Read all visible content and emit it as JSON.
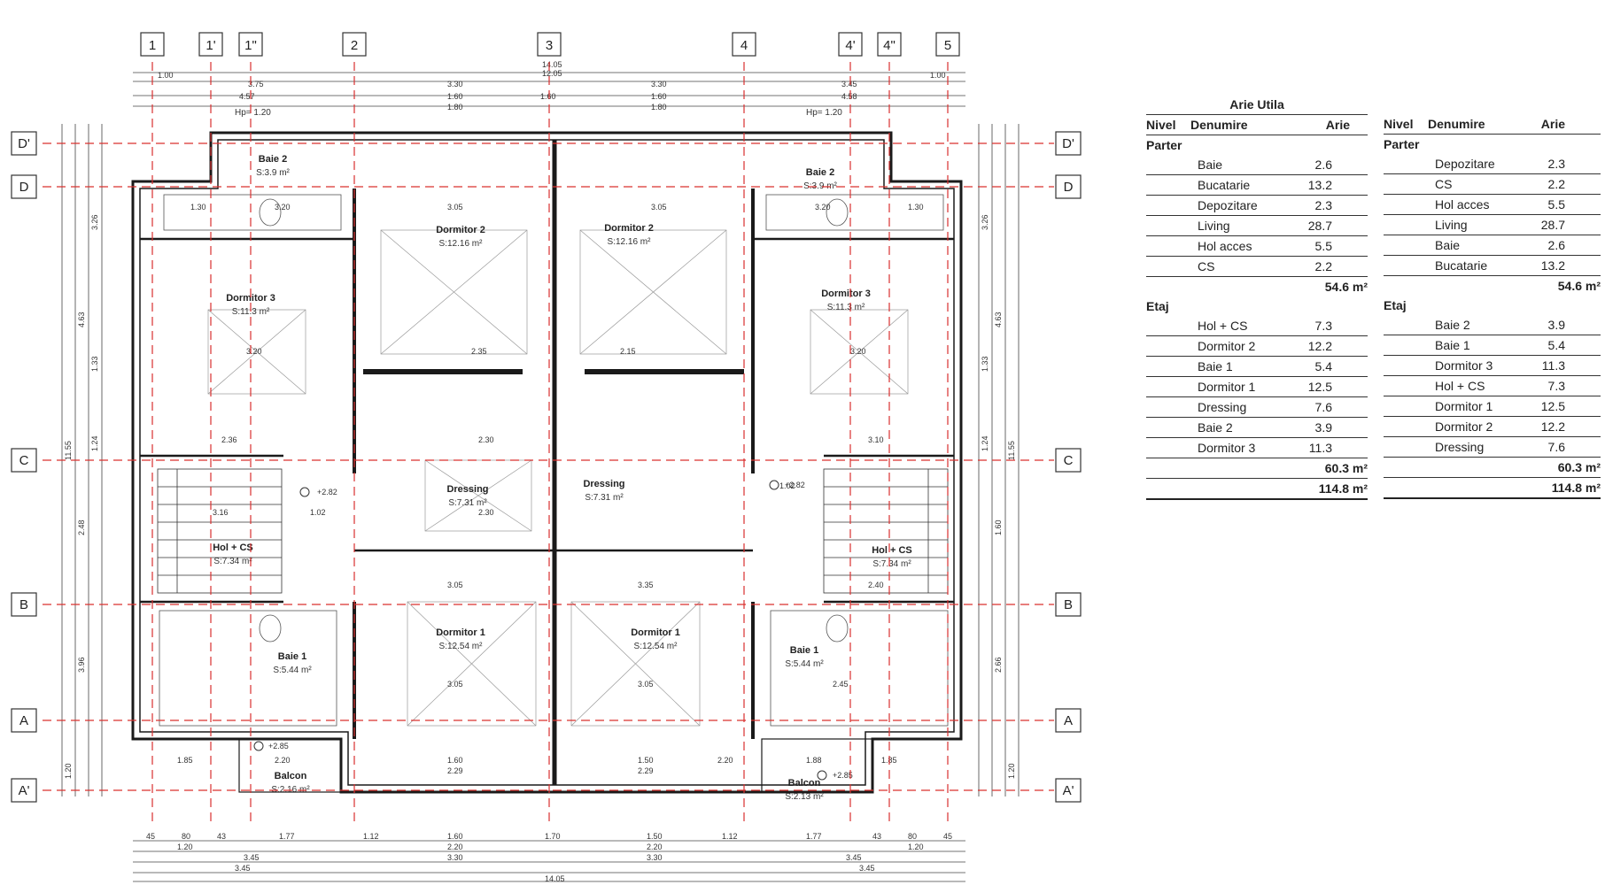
{
  "grid": {
    "columns": [
      "1",
      "1'",
      "1\"",
      "2",
      "3",
      "4",
      "4'",
      "4\"",
      "5"
    ],
    "rows": [
      "D'",
      "D",
      "C",
      "B",
      "A",
      "A'"
    ]
  },
  "top_dims": {
    "overall_a": "14.05",
    "overall_b": "12.05",
    "hp_left": "Hp= 1.20",
    "hp_right": "Hp= 1.20",
    "row1": [
      "1.00",
      "3.75",
      "3.30",
      "3.30",
      "3.45",
      "1.00"
    ],
    "row2": [
      "4.57",
      "1.60",
      "1.60",
      "1.60",
      "4.58"
    ],
    "row3": [
      "1.80",
      "1.80"
    ]
  },
  "bottom_dims": {
    "row1": [
      "45",
      "80",
      "43",
      "1.77",
      "1.12",
      "1.60",
      "1.70",
      "1.50",
      "1.12",
      "1.77",
      "43",
      "80",
      "45"
    ],
    "row2": [
      "1.20",
      "2.20",
      "2.20",
      "1.20"
    ],
    "row3": [
      "3.45",
      "3.30",
      "3.30",
      "3.45"
    ],
    "row4": [
      "3.45",
      "3.45"
    ],
    "overall": "14.05"
  },
  "rooms": [
    {
      "name": "Baie 2",
      "area": "S:3.9 m²"
    },
    {
      "name": "Baie 2",
      "area": "S:3.9 m²"
    },
    {
      "name": "Dormitor 2",
      "area": "S:12.16 m²"
    },
    {
      "name": "Dormitor 2",
      "area": "S:12.16 m²"
    },
    {
      "name": "Dormitor 3",
      "area": "S:11.3 m²"
    },
    {
      "name": "Dormitor 3",
      "area": "S:11.3 m²"
    },
    {
      "name": "Dressing",
      "area": "S:7.31 m²"
    },
    {
      "name": "Dressing",
      "area": "S:7.31 m²"
    },
    {
      "name": "Hol + CS",
      "area": "S:7.34 m²"
    },
    {
      "name": "Hol + CS",
      "area": "S:7.34 m²"
    },
    {
      "name": "Baie 1",
      "area": "S:5.44 m²"
    },
    {
      "name": "Baie 1",
      "area": "S:5.44 m²"
    },
    {
      "name": "Dormitor 1",
      "area": "S:12.54 m²"
    },
    {
      "name": "Dormitor 1",
      "area": "S:12.54 m²"
    },
    {
      "name": "Balcon",
      "area": "S:2.16 m²"
    },
    {
      "name": "Balcon",
      "area": "S:2.13 m²"
    }
  ],
  "levels": {
    "left": "+2.82",
    "right": "+2.82",
    "balcony_left": "+2.85",
    "balcony_right": "+2.85"
  },
  "inner_dims": [
    "3.20",
    "3.05",
    "3.05",
    "3.20",
    "2.20",
    "2.20",
    "3.20",
    "2.35",
    "2.15",
    "3.20",
    "2.36",
    "2.30",
    "3.10",
    "2.30",
    "3.16",
    "1.02",
    "1.02",
    "3.05",
    "3.35",
    "2.40",
    "3.05",
    "3.05",
    "2.45",
    "1.85",
    "1.60",
    "2.29",
    "1.50",
    "2.29",
    "1.88",
    "1.85",
    "1.30",
    "1.30"
  ],
  "side_dims_left": [
    "3.26",
    "4.63",
    "1.33",
    "1.24",
    "2.48",
    "3.96",
    "1.20",
    "11.55"
  ],
  "side_dims_right": [
    "3.26",
    "4.63",
    "1.33",
    "1.24",
    "1.60",
    "2.66",
    "1.20",
    "11.55"
  ],
  "table_left": {
    "title": "Arie Utila",
    "headers": [
      "Nivel",
      "Denumire",
      "Arie"
    ],
    "parter_label": "Parter",
    "parter": [
      {
        "name": "Baie",
        "value": "2.6"
      },
      {
        "name": "Bucatarie",
        "value": "13.2"
      },
      {
        "name": "Depozitare",
        "value": "2.3"
      },
      {
        "name": "Living",
        "value": "28.7"
      },
      {
        "name": "Hol acces",
        "value": "5.5"
      },
      {
        "name": "CS",
        "value": "2.2"
      }
    ],
    "parter_total": "54.6 m²",
    "etaj_label": "Etaj",
    "etaj": [
      {
        "name": "Hol + CS",
        "value": "7.3"
      },
      {
        "name": "Dormitor 2",
        "value": "12.2"
      },
      {
        "name": "Baie 1",
        "value": "5.4"
      },
      {
        "name": "Dormitor 1",
        "value": "12.5"
      },
      {
        "name": "Dressing",
        "value": "7.6"
      },
      {
        "name": "Baie 2",
        "value": "3.9"
      },
      {
        "name": "Dormitor 3",
        "value": "11.3"
      }
    ],
    "etaj_total": "60.3 m²",
    "grand_total": "114.8 m²"
  },
  "table_right": {
    "headers": [
      "Nivel",
      "Denumire",
      "Arie"
    ],
    "parter_label": "Parter",
    "parter": [
      {
        "name": "Depozitare",
        "value": "2.3"
      },
      {
        "name": "CS",
        "value": "2.2"
      },
      {
        "name": "Hol acces",
        "value": "5.5"
      },
      {
        "name": "Living",
        "value": "28.7"
      },
      {
        "name": "Baie",
        "value": "2.6"
      },
      {
        "name": "Bucatarie",
        "value": "13.2"
      }
    ],
    "parter_total": "54.6 m²",
    "etaj_label": "Etaj",
    "etaj": [
      {
        "name": "Baie 2",
        "value": "3.9"
      },
      {
        "name": "Baie 1",
        "value": "5.4"
      },
      {
        "name": "Dormitor 3",
        "value": "11.3"
      },
      {
        "name": "Hol + CS",
        "value": "7.3"
      },
      {
        "name": "Dormitor 1",
        "value": "12.5"
      },
      {
        "name": "Dormitor 2",
        "value": "12.2"
      },
      {
        "name": "Dressing",
        "value": "7.6"
      }
    ],
    "etaj_total": "60.3 m²",
    "grand_total": "114.8 m²"
  },
  "colors": {
    "grid_line": "#d9302f",
    "wall": "#1a1a1a",
    "hatch": "#777777"
  }
}
